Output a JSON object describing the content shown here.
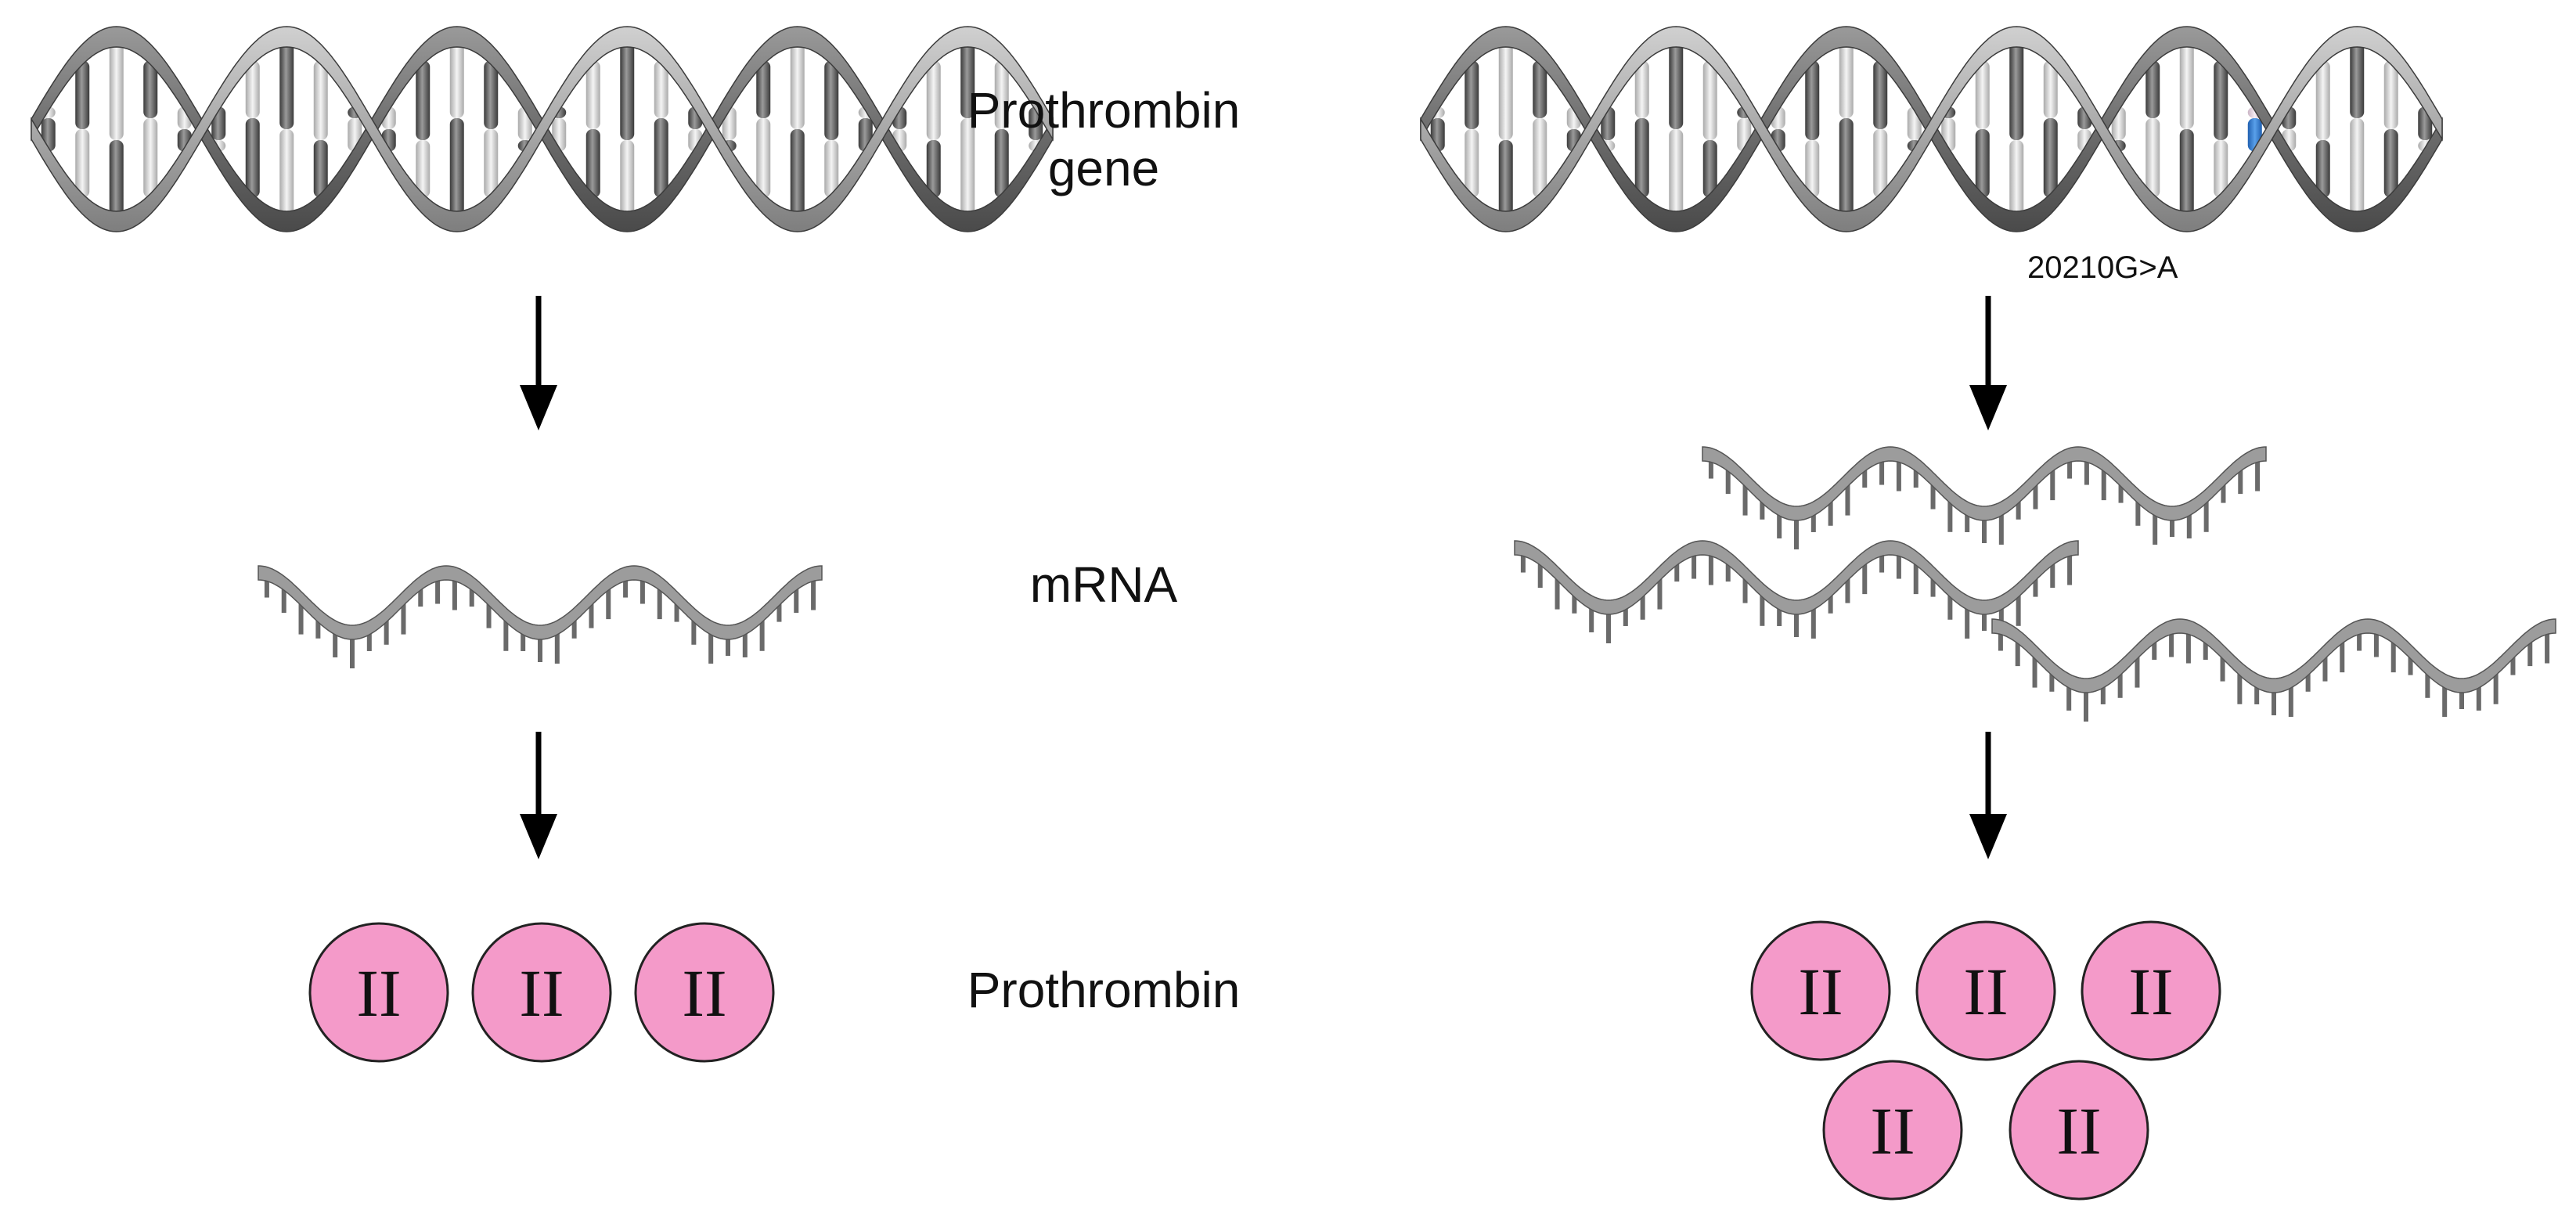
{
  "labels": {
    "gene_line1": "Prothrombin",
    "gene_line2": "gene",
    "mrna": "mRNA",
    "protein": "Prothrombin",
    "mutation": "20210G>A"
  },
  "protein_symbol": "II",
  "counts": {
    "normal_mrna": 1,
    "mutant_mrna": 3,
    "normal_protein": 3,
    "mutant_protein": 5
  },
  "colors": {
    "protein_fill": "#f49ac9",
    "mutation_base": "#3a7fd0",
    "arrow": "#000000",
    "helix_dark": "#555555",
    "helix_light": "#b8b8b8"
  }
}
